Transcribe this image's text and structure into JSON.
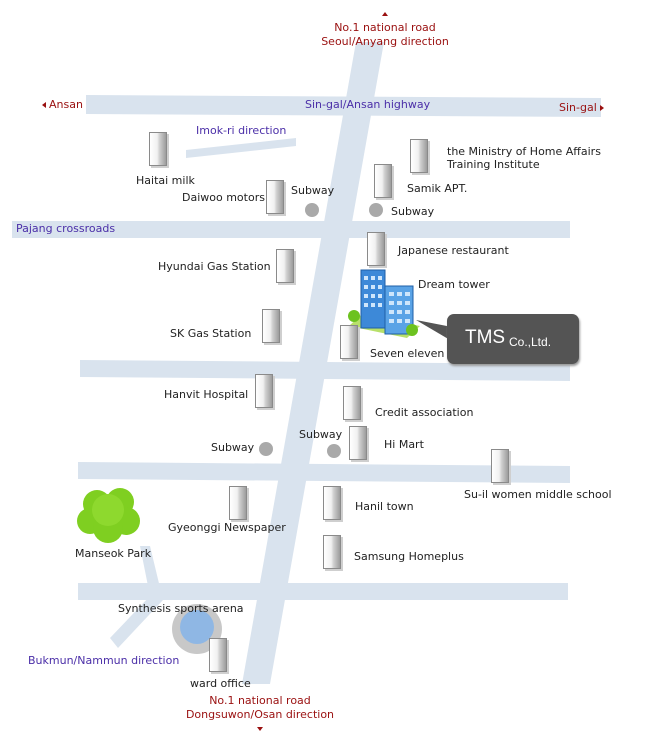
{
  "directions": {
    "north_road": "No.1 national road",
    "north_dest": "Seoul/Anyang direction",
    "south_road": "No.1 national road",
    "south_dest": "Dongsuwon/Osan direction",
    "west": "Ansan",
    "east": "Sin-gal",
    "highway": "Sin-gal/Ansan highway",
    "imok": "Imok-ri direction",
    "pajang": "Pajang crossroads",
    "bukmun": "Bukmun/Nammun direction"
  },
  "places": {
    "haitai_milk": "Haitai milk",
    "daiwoo_motors": "Daiwoo motors",
    "subway_1": "Subway",
    "ministry": "the Ministry of Home Affairs\nTraining Institute",
    "samik": "Samik APT.",
    "subway_2": "Subway",
    "japanese_restaurant": "Japanese restaurant",
    "hyundai_gas": "Hyundai Gas Station",
    "dream_tower": "Dream tower",
    "sk_gas": "SK Gas Station",
    "seven_eleven": "Seven eleven",
    "hanvit_hospital": "Hanvit Hospital",
    "credit_association": "Credit association",
    "subway_3": "Subway",
    "subway_4": "Subway",
    "hi_mart": "Hi Mart",
    "su_il_school": "Su-il women middle school",
    "hanil_town": "Hanil town",
    "gyeonggi_newspaper": "Gyeonggi Newspaper",
    "manseok_park": "Manseok Park",
    "samsung_homeplus": "Samsung Homeplus",
    "synthesis_arena": "Synthesis sports arena",
    "ward_office": "ward office"
  },
  "company": {
    "name": "TMS",
    "suffix": "Co.,Ltd."
  },
  "colors": {
    "road": "#d9e3ee",
    "label_red": "#9a1010",
    "label_purple": "#4b2fa8",
    "company_box": "#545454",
    "park_green": "#7fcf21"
  }
}
